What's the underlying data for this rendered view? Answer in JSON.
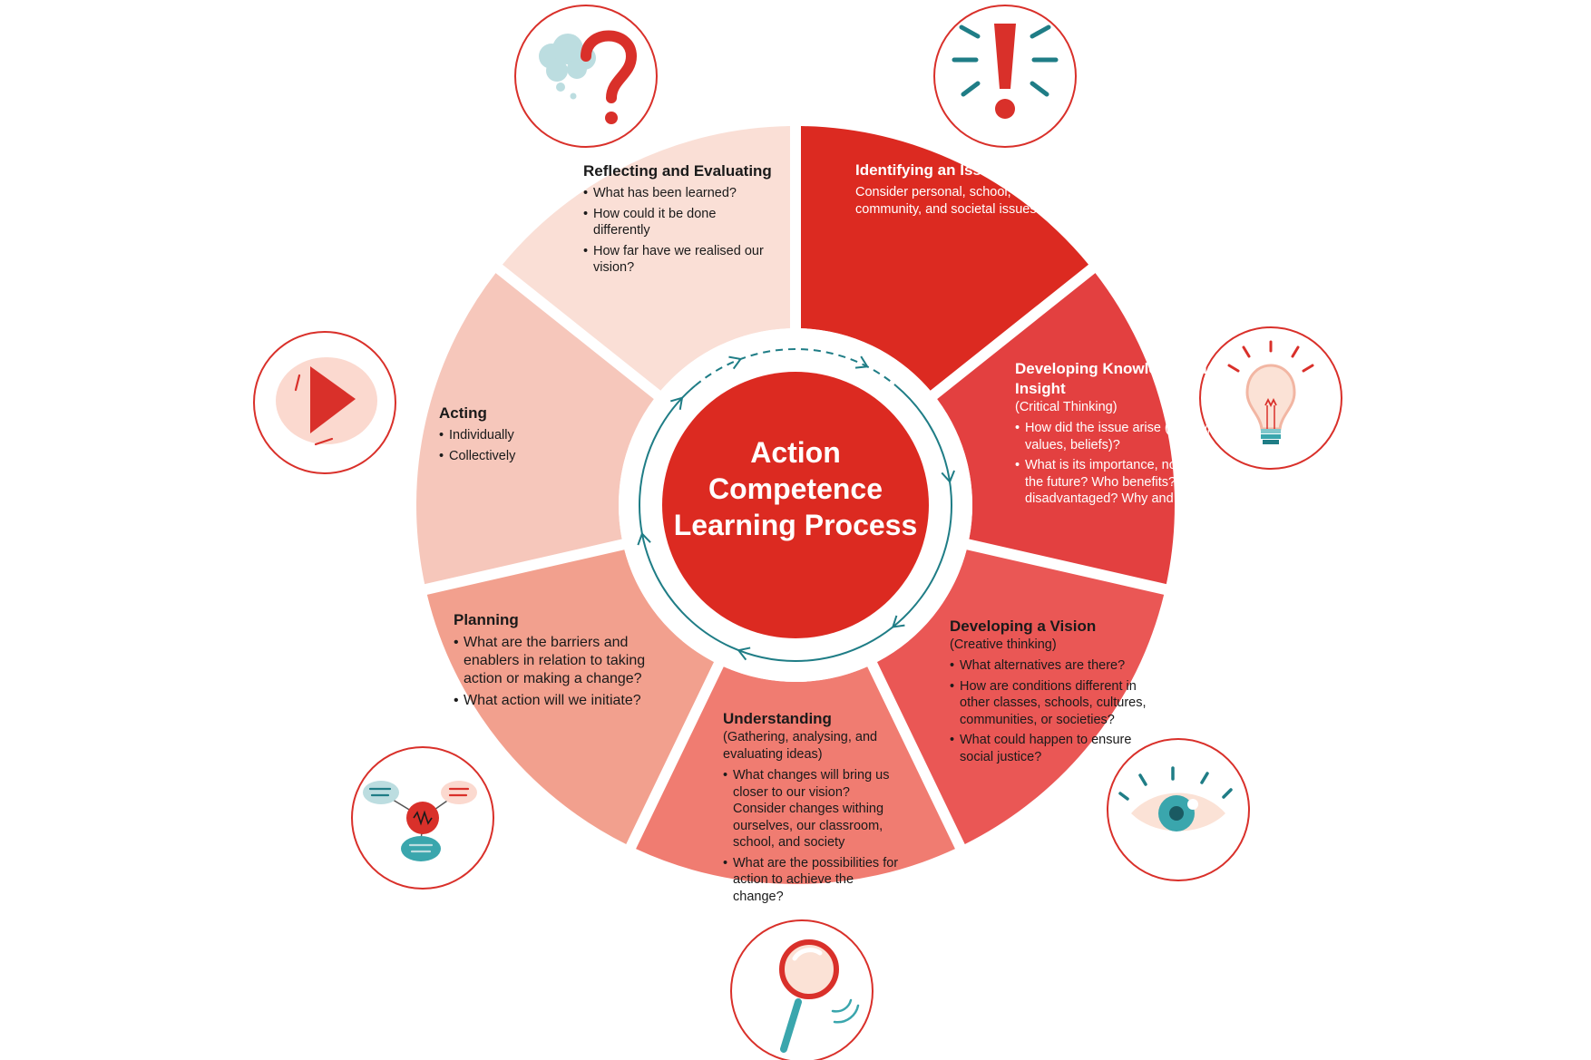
{
  "center": {
    "title": "Action Competence Learning Process"
  },
  "colors": {
    "identifying": "#dc2a21",
    "knowledge": "#e34040",
    "vision": "#ea5755",
    "understanding": "#f07c71",
    "planning": "#f2a08e",
    "acting": "#f6c7bb",
    "reflecting": "#fadfd6",
    "center": "#dc2a21",
    "ring": "#1f7d86",
    "icon_border": "#d9302a",
    "teal": "#3aa6ad"
  },
  "segments": {
    "identifying": {
      "title": "Identifying an Issue",
      "subtitle": "",
      "body": "Consider personal, school, community, and societal issues.",
      "bullets": [],
      "icon": "exclamation-icon"
    },
    "knowledge": {
      "title": "Developing Knowledge and Insight",
      "subtitle": "(Critical Thinking)",
      "bullets": [
        "How did the issue arise (history, values, beliefs)?",
        "What is its importance, now and in the future? Who benefits? Who is disadvantaged? Why and how?"
      ],
      "icon": "lightbulb-icon"
    },
    "vision": {
      "title": "Developing a Vision",
      "subtitle": "(Creative thinking)",
      "bullets": [
        "What alternatives are there?",
        "How are conditions different in other classes, schools, cultures, communities, or societies?",
        "What could happen to ensure social justice?"
      ],
      "icon": "eye-icon"
    },
    "understanding": {
      "title": "Understanding",
      "subtitle": "(Gathering, analysing, and evaluating ideas)",
      "bullets": [
        "What changes will bring us closer to our vision? Consider changes withing ourselves, our classroom, school, and society",
        "What are the possibilities for action to achieve the change?"
      ],
      "icon": "magnifying-glass-icon"
    },
    "planning": {
      "title": "Planning",
      "subtitle": "",
      "bullets": [
        "What are the barriers and enablers in relation to taking action or making a change?",
        "What action will we initiate?"
      ],
      "icon": "network-icon"
    },
    "acting": {
      "title": "Acting",
      "subtitle": "",
      "bullets": [
        "Individually",
        "Collectively"
      ],
      "icon": "play-icon"
    },
    "reflecting": {
      "title": "Reflecting and Evaluating",
      "subtitle": "",
      "bullets": [
        "What has been learned?",
        "How could it be done differently",
        "How far have we realised our vision?"
      ],
      "icon": "question-mark-icon"
    }
  }
}
